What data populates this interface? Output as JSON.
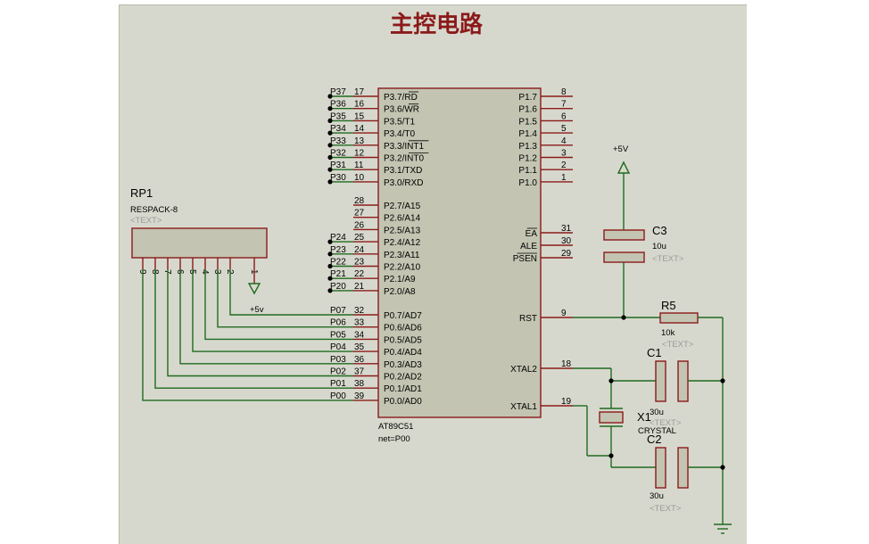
{
  "title": "主控电路",
  "mcu": {
    "name": "AT89C51",
    "net": "net=P00",
    "left_pins": [
      {
        "num": "17",
        "name": "P3.7/RD",
        "ov": "RD",
        "net": "P37"
      },
      {
        "num": "16",
        "name": "P3.6/WR",
        "ov": "WR",
        "net": "P36"
      },
      {
        "num": "15",
        "name": "P3.5/T1",
        "net": "P35"
      },
      {
        "num": "14",
        "name": "P3.4/T0",
        "net": "P34"
      },
      {
        "num": "13",
        "name": "P3.3/INT1",
        "ov": "INT1",
        "net": "P33"
      },
      {
        "num": "12",
        "name": "P3.2/INT0",
        "ov": "INT0",
        "net": "P32"
      },
      {
        "num": "11",
        "name": "P3.1/TXD",
        "net": "P31"
      },
      {
        "num": "10",
        "name": "P3.0/RXD",
        "net": "P30"
      },
      {
        "num": "28",
        "name": "P2.7/A15",
        "net": ""
      },
      {
        "num": "27",
        "name": "P2.6/A14",
        "net": ""
      },
      {
        "num": "26",
        "name": "P2.5/A13",
        "net": ""
      },
      {
        "num": "25",
        "name": "P2.4/A12",
        "net": "P24"
      },
      {
        "num": "24",
        "name": "P2.3/A11",
        "net": "P23"
      },
      {
        "num": "23",
        "name": "P2.2/A10",
        "net": "P22"
      },
      {
        "num": "22",
        "name": "P2.1/A9",
        "net": "P21"
      },
      {
        "num": "21",
        "name": "P2.0/A8",
        "net": "P20"
      },
      {
        "num": "32",
        "name": "P0.7/AD7",
        "net": "P07"
      },
      {
        "num": "33",
        "name": "P0.6/AD6",
        "net": "P06"
      },
      {
        "num": "34",
        "name": "P0.5/AD5",
        "net": "P05"
      },
      {
        "num": "35",
        "name": "P0.4/AD4",
        "net": "P04"
      },
      {
        "num": "36",
        "name": "P0.3/AD3",
        "net": "P03"
      },
      {
        "num": "37",
        "name": "P0.2/AD2",
        "net": "P02"
      },
      {
        "num": "38",
        "name": "P0.1/AD1",
        "net": "P01"
      },
      {
        "num": "39",
        "name": "P0.0/AD0",
        "net": "P00"
      }
    ],
    "right_pins": [
      {
        "num": "8",
        "name": "P1.7"
      },
      {
        "num": "7",
        "name": "P1.6"
      },
      {
        "num": "6",
        "name": "P1.5"
      },
      {
        "num": "5",
        "name": "P1.4"
      },
      {
        "num": "4",
        "name": "P1.3"
      },
      {
        "num": "3",
        "name": "P1.2"
      },
      {
        "num": "2",
        "name": "P1.1"
      },
      {
        "num": "1",
        "name": "P1.0"
      },
      {
        "num": "31",
        "name": "EA",
        "ov": "EA"
      },
      {
        "num": "30",
        "name": "ALE"
      },
      {
        "num": "29",
        "name": "PSEN",
        "ov": "PSEN"
      },
      {
        "num": "9",
        "name": "RST"
      },
      {
        "num": "18",
        "name": "XTAL2"
      },
      {
        "num": "19",
        "name": "XTAL1"
      }
    ]
  },
  "rp1": {
    "ref": "RP1",
    "value": "RESPACK-8",
    "text": "<TEXT>",
    "pins": [
      "9",
      "8",
      "7",
      "6",
      "5",
      "4",
      "3",
      "2",
      "1"
    ],
    "supply": "+5v"
  },
  "c3": {
    "ref": "C3",
    "value": "10u",
    "text": "<TEXT>",
    "supply": "+5V"
  },
  "r5": {
    "ref": "R5",
    "value": "10k",
    "text": "<TEXT>"
  },
  "c1": {
    "ref": "C1",
    "value": "30u",
    "text": "<TEXT>"
  },
  "c2": {
    "ref": "C2",
    "value": "30u",
    "text": "<TEXT>"
  },
  "x1": {
    "ref": "X1",
    "value": "CRYSTAL"
  }
}
